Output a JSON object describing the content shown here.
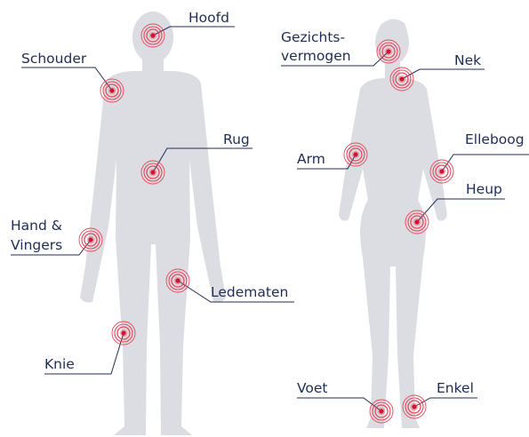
{
  "colors": {
    "body": "#dcdde3",
    "text": "#1f2d55",
    "pain_core": "#d1152c",
    "pain_ring": "#e5475a"
  },
  "figures": {
    "male": {
      "points": {
        "hoofd": "Hoofd",
        "schouder": "Schouder",
        "rug": "Rug",
        "hand_line1": "Hand &",
        "hand_line2": "Vingers",
        "ledematen": "Ledematen",
        "knie": "Knie"
      }
    },
    "female": {
      "points": {
        "gezicht_line1": "Gezichts-",
        "gezicht_line2": "vermogen",
        "nek": "Nek",
        "arm": "Arm",
        "elleboog": "Elleboog",
        "heup": "Heup",
        "voet": "Voet",
        "enkel": "Enkel"
      }
    }
  }
}
